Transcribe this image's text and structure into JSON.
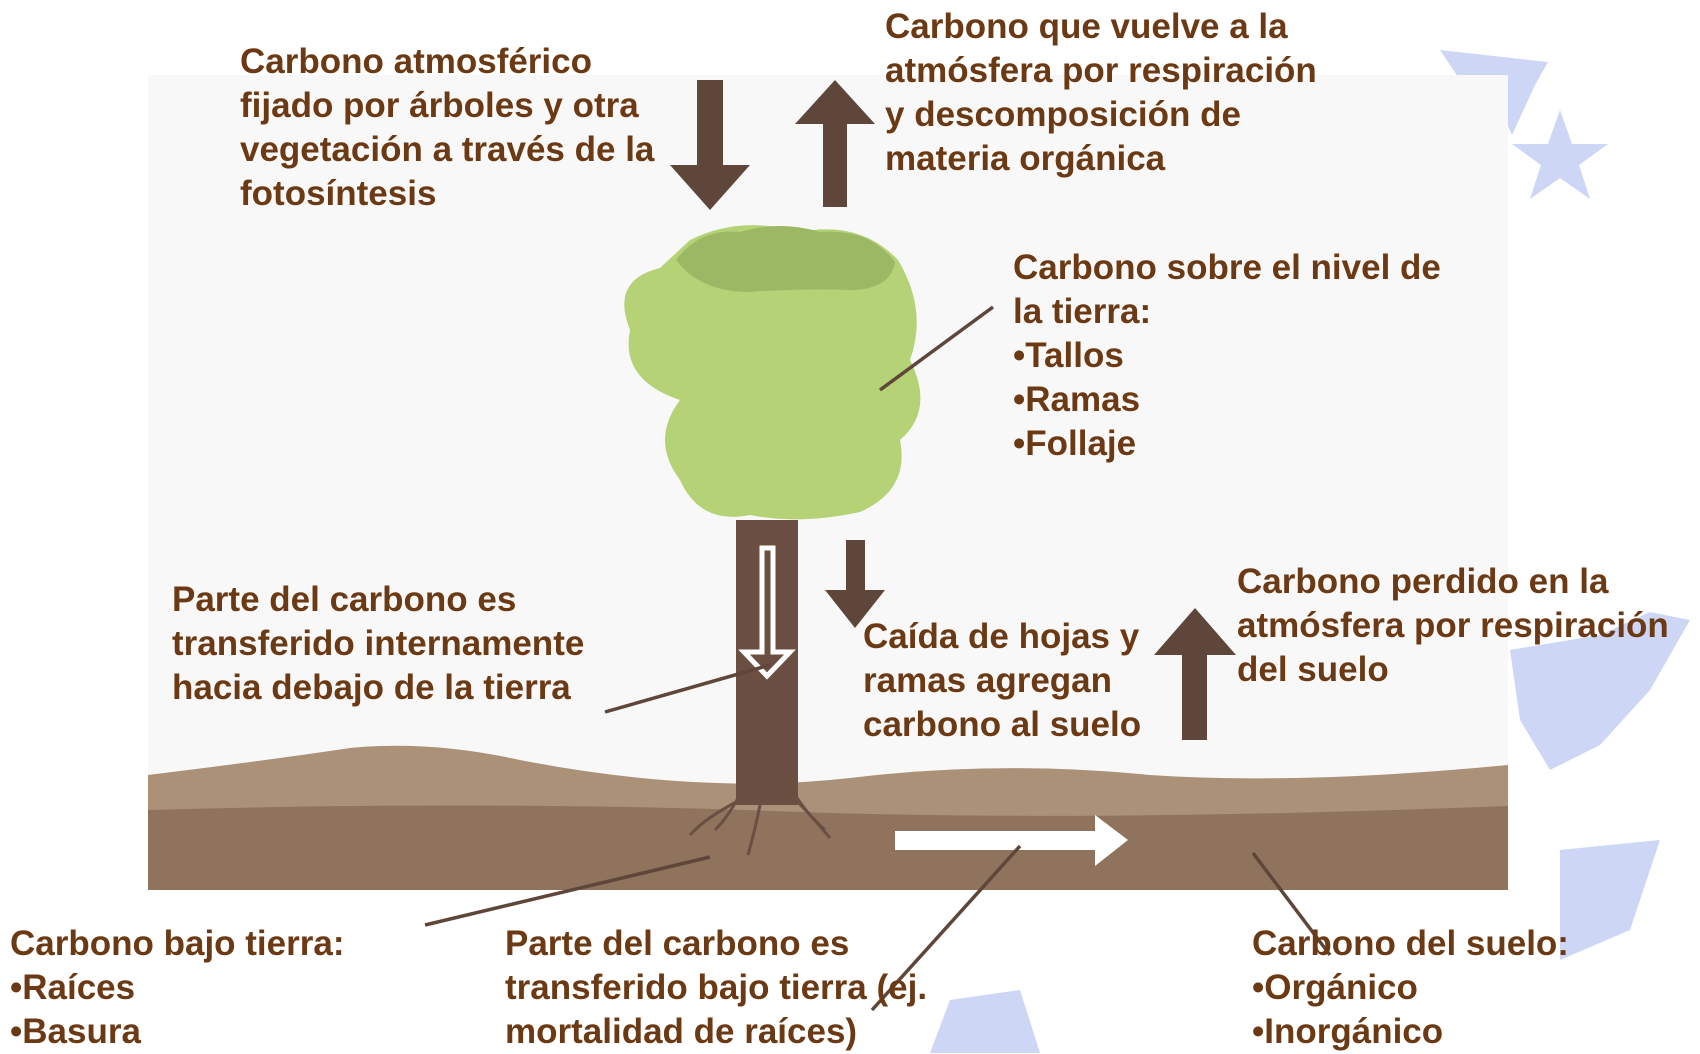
{
  "colors": {
    "text": "#6b3a14",
    "arrow_dark": "#5e463a",
    "canopy": "#b5d277",
    "canopy_top": "#9db864",
    "trunk": "#6b4f43",
    "soil_top": "#ab9178",
    "soil_bottom": "#8f735d",
    "sky": "#f8f8f8",
    "star_blue": "#cdd6f5",
    "flow_arrow": "#ffffff"
  },
  "labels": {
    "atmospheric_fixation": [
      "Carbono atmosférico",
      "fijado por árboles y otra",
      "vegetación a través de la",
      "fotosíntesis"
    ],
    "return_to_atmosphere": [
      "Carbono que vuelve a la",
      "atmósfera por respiración",
      "y descomposición de",
      "materia orgánica"
    ],
    "aboveground_carbon": [
      "Carbono sobre el nivel de",
      "la tierra:",
      "•Tallos",
      "•Ramas",
      "•Follaje"
    ],
    "internal_transfer": [
      "Parte del carbono es",
      "transferido internamente",
      "hacia debajo de la tierra"
    ],
    "litterfall": [
      "Caída de hojas y",
      "ramas agregan",
      "carbono al suelo"
    ],
    "soil_respiration_loss": [
      "Carbono perdido en la",
      "atmósfera por respiración",
      "del suelo"
    ],
    "belowground_carbon": [
      "Carbono bajo tierra:",
      "•Raíces",
      "•Basura"
    ],
    "belowground_transfer": [
      "Parte del carbono es",
      "transferido bajo tierra (ej.",
      "mortalidad de raíces)"
    ],
    "soil_carbon": [
      "Carbono del suelo:",
      "•Orgánico",
      "•Inorgánico"
    ]
  },
  "icons": {
    "photosynthesis_arrow": "arrow-down-icon",
    "respiration_arrow": "arrow-up-icon",
    "litterfall_arrow": "arrow-down-icon",
    "soil_respiration_arrow": "arrow-up-icon",
    "internal_flow_arrow": "arrow-down-outline-icon",
    "soil_flow_arrow": "arrow-right-icon",
    "background_star": "star-icon"
  }
}
